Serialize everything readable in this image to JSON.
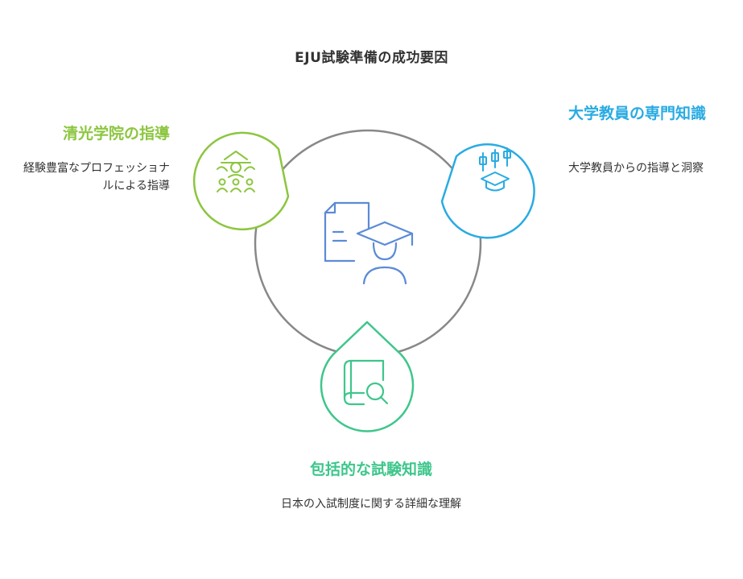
{
  "title": "EJU試験準備の成功要因",
  "colors": {
    "green": "#8cc63f",
    "blue": "#29abe2",
    "teal": "#3ec68b",
    "center": "#5b8bd6",
    "ring": "#888888"
  },
  "nodes": {
    "left": {
      "title": "清光学院の指導",
      "description": "経験豊富なプロフェッショナルによる指導",
      "icon": "teacher-students-icon"
    },
    "right": {
      "title": "大学教員の専門知識",
      "description": "大学教員からの指導と洞察",
      "icon": "graduation-cap-chart-icon"
    },
    "bottom": {
      "title": "包括的な試験知識",
      "description": "日本の入試制度に関する詳細な理解",
      "icon": "book-search-icon"
    },
    "center": {
      "icon": "student-document-icon"
    }
  }
}
